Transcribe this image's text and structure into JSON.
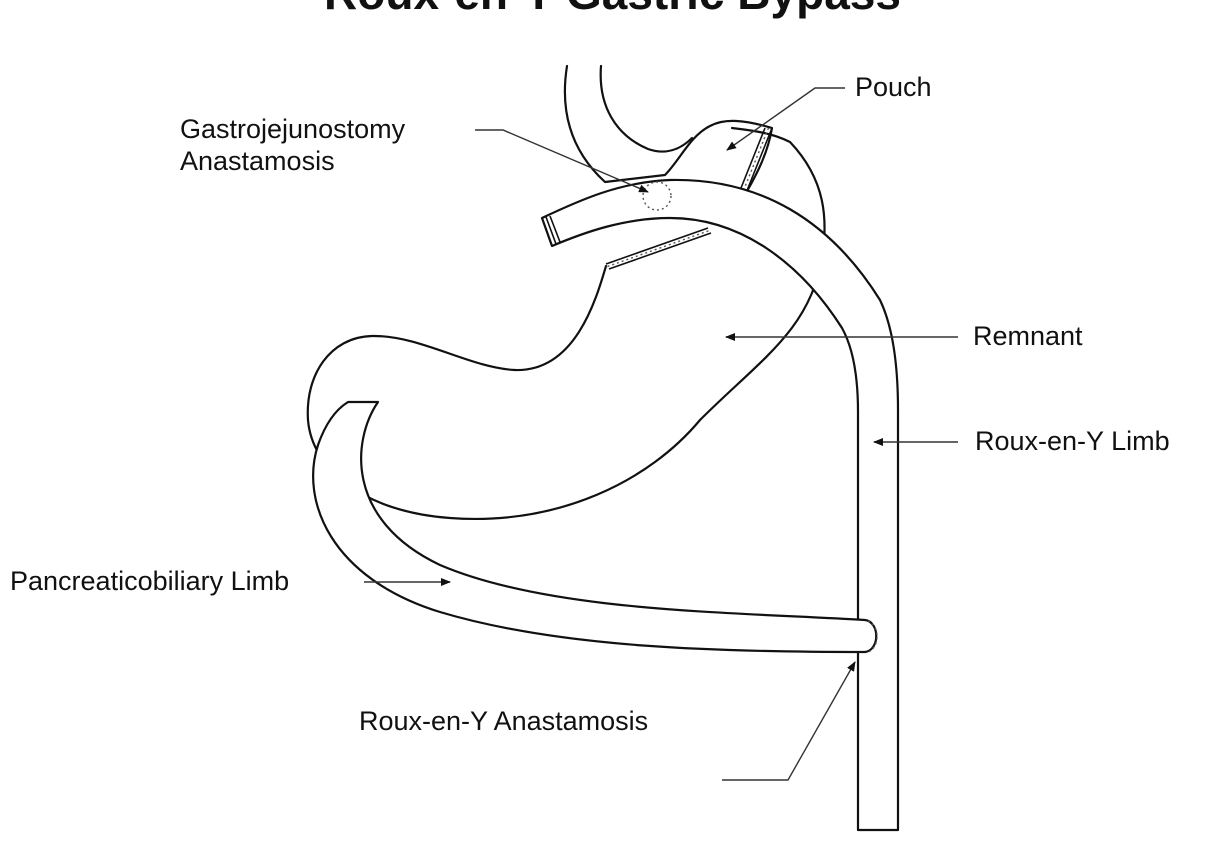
{
  "diagram": {
    "title": "Roux-en-Y Gastric Bypass",
    "labels": {
      "pouch": "Pouch",
      "gastrojejunostomy_line1": "Gastrojejunostomy",
      "gastrojejunostomy_line2": "Anastamosis",
      "remnant": "Remnant",
      "roux_limb": "Roux-en-Y Limb",
      "pancreaticobiliary_limb": "Pancreaticobiliary Limb",
      "roux_anastomosis": "Roux-en-Y Anastamosis"
    },
    "colors": {
      "line": "#111111",
      "background": "#ffffff"
    }
  }
}
